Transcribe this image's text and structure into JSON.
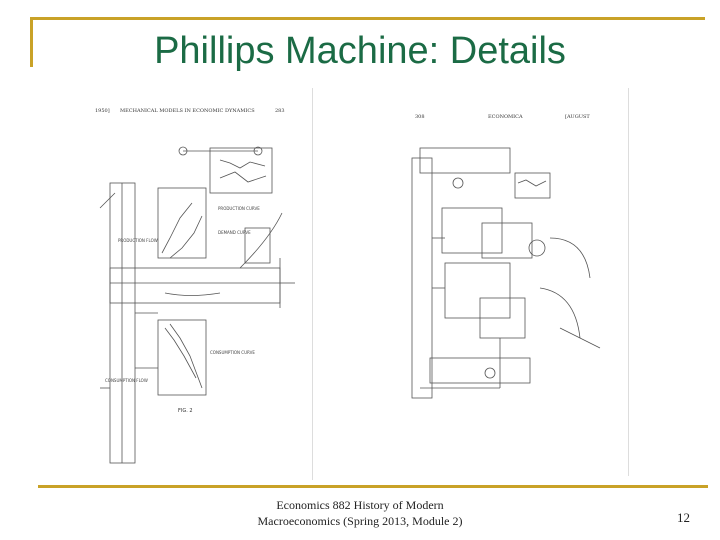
{
  "slide": {
    "title": "Phillips Machine:  Details",
    "footer_line1": "Economics 882  History of Modern",
    "footer_line2": "Macroeconomics (Spring 2013, Module 2)",
    "page_number": "12"
  },
  "left_scan": {
    "header_left": "1950]",
    "header_center": "MECHANICAL MODELS IN ECONOMIC DYNAMICS",
    "header_right": "283",
    "labels": [
      "PRODUCTION CURVE",
      "DEMAND CURVE",
      "PRODUCTION FLOW",
      "CONSUMPTION CURVE",
      "CONSUMPTION FLOW"
    ],
    "figure_label": "FIG. 2"
  },
  "right_scan": {
    "header_left": "308",
    "header_center": "ECONOMICA",
    "header_right": "[AUGUST"
  },
  "colors": {
    "accent": "#c9a227",
    "title": "#1b6b45"
  }
}
